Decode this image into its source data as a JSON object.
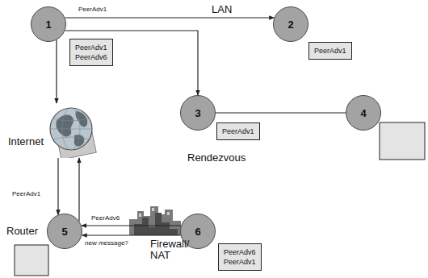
{
  "diagram": {
    "nodes": [
      {
        "text": [
          "1"
        ]
      },
      {
        "text": [
          "PeerAdv1",
          "PeerAdv6"
        ]
      },
      {
        "text": [
          "2"
        ]
      },
      {
        "text": [
          "PeerAdv1"
        ]
      },
      {
        "text": [
          "3"
        ]
      },
      {
        "text": [
          "PeerAdv1"
        ]
      },
      {
        "text": [
          "4"
        ]
      },
      {
        "text": [
          "Internet"
        ]
      },
      {
        "text": [
          "5"
        ]
      },
      {
        "text": [
          "6"
        ]
      },
      {
        "text": [
          "PeerAdv6",
          "PeerAdv1"
        ]
      }
    ],
    "edges": [
      {
        "from": 0,
        "to": 2,
        "label": "PeerAdv1",
        "arrow": "to"
      },
      {
        "from": 0,
        "to": 4,
        "arrow": "to"
      },
      {
        "from": 4,
        "to": 6,
        "arrow": "none"
      },
      {
        "from": 0,
        "to": 7,
        "arrow": "to"
      },
      {
        "from": 7,
        "to": 8,
        "label": "PeerAdv1",
        "arrow": "to"
      },
      {
        "from": 8,
        "to": 7,
        "arrow": "to"
      },
      {
        "from": 9,
        "to": 8,
        "label": "PeerAdv6",
        "arrow": "to"
      },
      {
        "from": 9,
        "to": 8,
        "label": "new message?",
        "arrow": "to"
      }
    ],
    "labels": [
      "LAN",
      "Rendezvous",
      "Router",
      "Firewall/ NAT"
    ]
  }
}
